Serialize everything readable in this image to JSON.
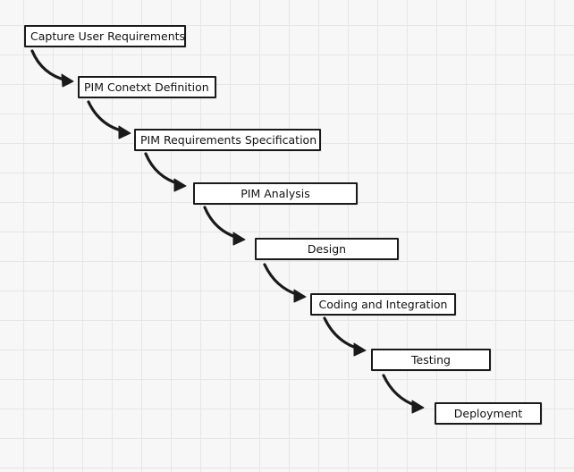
{
  "diagram": {
    "steps": [
      {
        "id": "capture-user-requirements",
        "label": "Capture User Requirements"
      },
      {
        "id": "pim-context-definition",
        "label": "PIM Conetxt Definition"
      },
      {
        "id": "pim-requirements-specification",
        "label": "PIM Requirements Specification"
      },
      {
        "id": "pim-analysis",
        "label": "PIM Analysis"
      },
      {
        "id": "design",
        "label": "Design"
      },
      {
        "id": "coding-and-integration",
        "label": "Coding and Integration"
      },
      {
        "id": "testing",
        "label": "Testing"
      },
      {
        "id": "deployment",
        "label": "Deployment"
      }
    ],
    "connectors": [
      {
        "from": "capture-user-requirements",
        "to": "pim-context-definition"
      },
      {
        "from": "pim-context-definition",
        "to": "pim-requirements-specification"
      },
      {
        "from": "pim-requirements-specification",
        "to": "pim-analysis"
      },
      {
        "from": "pim-analysis",
        "to": "design"
      },
      {
        "from": "design",
        "to": "coding-and-integration"
      },
      {
        "from": "coding-and-integration",
        "to": "testing"
      },
      {
        "from": "testing",
        "to": "deployment"
      }
    ]
  }
}
